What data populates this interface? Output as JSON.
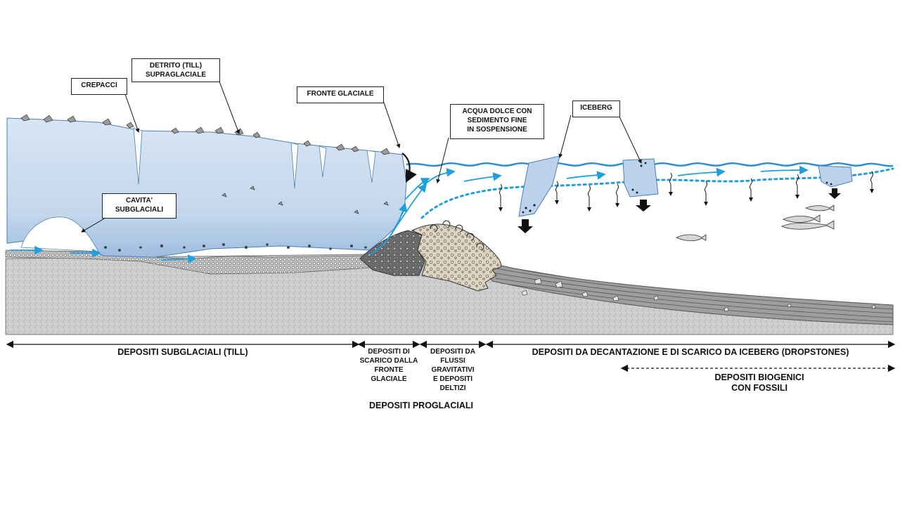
{
  "callouts": {
    "crepacci": "CREPACCI",
    "detrito": "DETRITO  (TILL)\nSUPRAGLACIALE",
    "fronte": "FRONTE  GLACIALE",
    "acqua": "ACQUA DOLCE CON\nSEDIMENTO  FINE\nIN SOSPENSIONE",
    "iceberg": "ICEBERG",
    "cavita": "CAVITA'\nSUBGLACIALI"
  },
  "zones": {
    "subglaciali": "DEPOSITI SUBGLACIALI (TILL)",
    "scarico_fronte": "DEPOSITI DI\nSCARICO DALLA\nFRONTE\nGLACIALE",
    "flussi": "DEPOSITI DA\nFLUSSI\nGRAVITATIVI\nE DEPOSITI\nDELTIZI",
    "decantazione": "DEPOSITI DA DECANTAZIONE E DI SCARICO DA ICEBERG (DROPSTONES)",
    "proglaciali": "DEPOSITI  PROGLACIALI",
    "biogenici": "DEPOSITI BIOGENICI\nCON FOSSILI"
  },
  "colors": {
    "ice_top": "#d6e4f3",
    "ice_bottom": "#a9c4e2",
    "water_line": "#2a8fd6",
    "bedrock": "#c8c8c8",
    "strata": "#a8a8a8",
    "arrow_blue": "#1ea0dc"
  }
}
